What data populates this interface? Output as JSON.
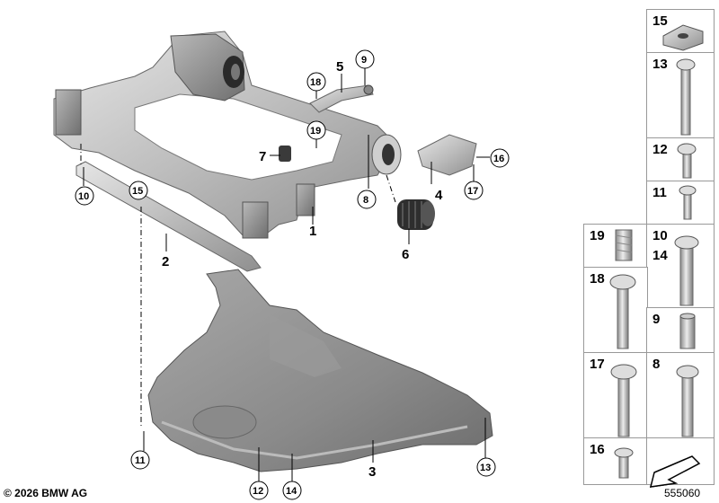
{
  "copyright": "© 2026 BMW AG",
  "diagram_id": "555060",
  "main_labels": {
    "l1": "1",
    "l2": "2",
    "l3": "3",
    "l4": "4",
    "l5": "5",
    "l6": "6",
    "l7": "7",
    "l8": "8"
  },
  "circle_labels": {
    "c9": "9",
    "c10": "10",
    "c11": "11",
    "c12": "12",
    "c13": "13",
    "c14": "14",
    "c15": "15",
    "c16": "16",
    "c17": "17",
    "c18": "18",
    "c19": "19"
  },
  "side_labels": {
    "s15": "15",
    "s13": "13",
    "s12": "12",
    "s11": "11",
    "s19": "19",
    "s10": "10",
    "s14": "14",
    "s18": "18",
    "s9": "9",
    "s17": "17",
    "s8": "8",
    "s16": "16"
  }
}
